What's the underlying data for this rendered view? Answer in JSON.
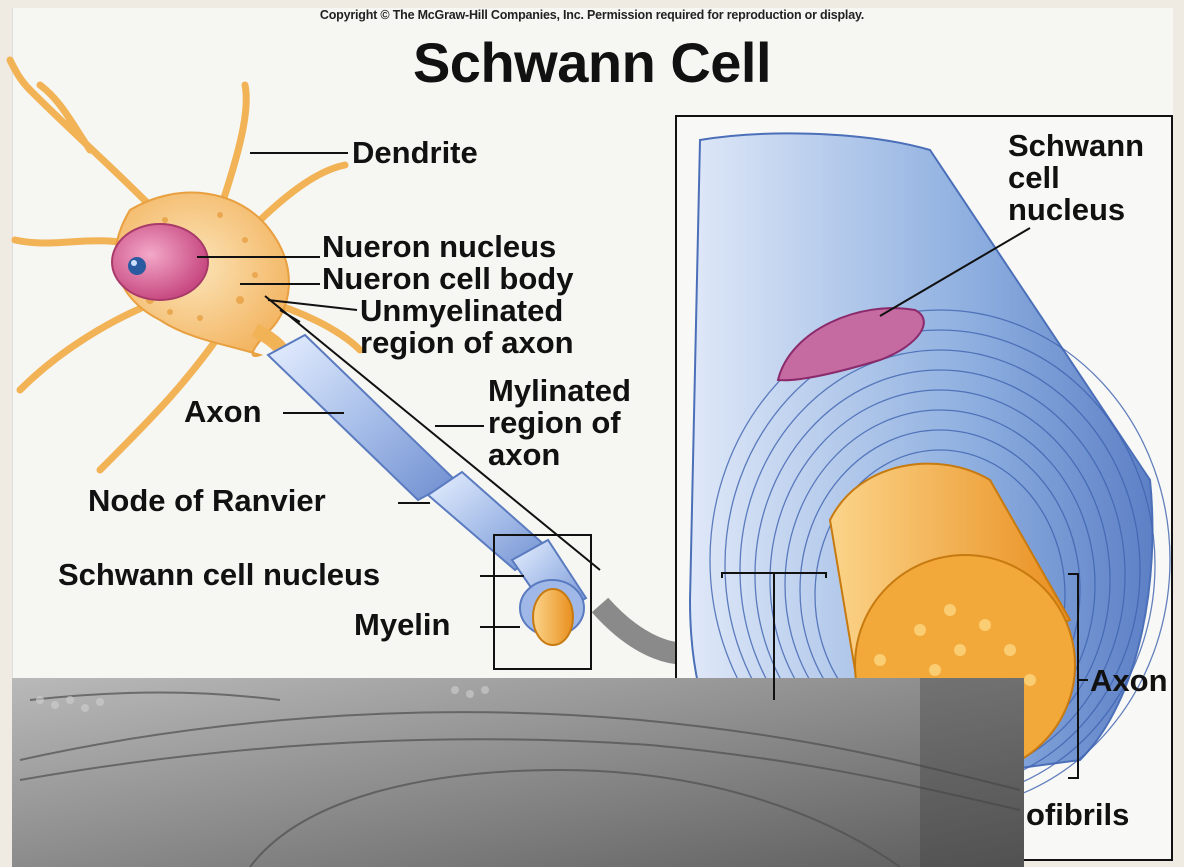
{
  "copyright": "Copyright © The McGraw-Hill Companies, Inc. Permission required for reproduction or display.",
  "title": "Schwann Cell",
  "labels": {
    "dendrite": "Dendrite",
    "neuron_nucleus": "Nueron nucleus",
    "neuron_cell_body": "Nueron cell body",
    "unmyelinated_1": "Unmyelinated",
    "unmyelinated_2": "region of axon",
    "myelinated_1": "Mylinated",
    "myelinated_2": "region of",
    "myelinated_3": "axon",
    "axon_left": "Axon",
    "node_of_ranvier": "Node of Ranvier",
    "schwann_nucleus_left": "Schwann cell nucleus",
    "myelin": "Myelin",
    "schwann_right_1": "Schwann",
    "schwann_right_2": "cell",
    "schwann_right_3": "nucleus",
    "axon_right": "Axon",
    "neurofibrils_partial": "ofibrils"
  },
  "colors": {
    "neuron": "#f5b95a",
    "nucleus": "#d86a9a",
    "myelin": "#8fb0e0",
    "axon_core": "#f0a030",
    "micrograph": "#8a8a8a"
  }
}
